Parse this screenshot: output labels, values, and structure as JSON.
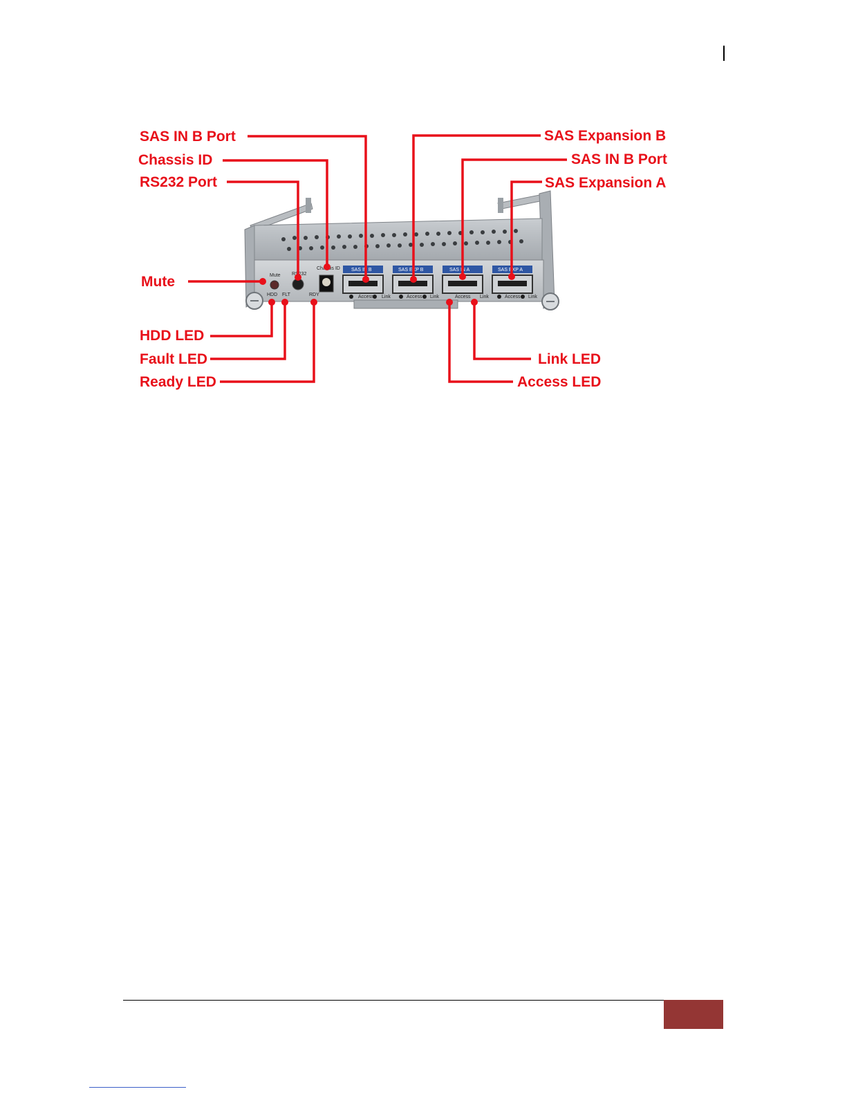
{
  "figure": {
    "callouts": {
      "sas_in_b_port_left": "SAS IN B Port",
      "chassis_id": "Chassis ID",
      "rs232_port": "RS232 Port",
      "mute": "Mute",
      "hdd_led": "HDD LED",
      "fault_led": "Fault LED",
      "ready_led": "Ready LED",
      "sas_expansion_b": "SAS Expansion B",
      "sas_in_b_port_right": "SAS IN B Port",
      "sas_expansion_a": "SAS Expansion A",
      "link_led": "Link LED",
      "access_led": "Access LED"
    },
    "panel_labels": {
      "mute": "Mute",
      "rs232": "RS232",
      "chassis_id": "Chassis ID",
      "hdd": "HDD",
      "flt": "FLT",
      "rdy": "RDY",
      "port_1": "SAS IN B",
      "port_2": "SAS EXP B",
      "port_3": "SAS IN A",
      "port_4": "SAS EXP A",
      "access": "Access",
      "link": "Link"
    }
  },
  "colors": {
    "callout_red": "#e8101a",
    "footer_box": "#943634",
    "port_label_blue": "#2f57a4"
  }
}
